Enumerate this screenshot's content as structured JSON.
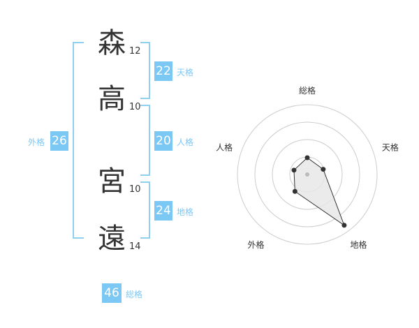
{
  "name_chars": [
    {
      "char": "森",
      "strokes": "12"
    },
    {
      "char": "高",
      "strokes": "10"
    },
    {
      "char": "宮",
      "strokes": "10"
    },
    {
      "char": "遠",
      "strokes": "14"
    }
  ],
  "fortunes": {
    "tenkaku": {
      "value": "22",
      "label": "天格"
    },
    "jinkaku": {
      "value": "20",
      "label": "人格"
    },
    "chikaku": {
      "value": "24",
      "label": "地格"
    },
    "gaikaku": {
      "value": "26",
      "label": "外格"
    },
    "soukaku": {
      "value": "46",
      "label": "総格"
    }
  },
  "chart_data": {
    "type": "radar",
    "categories": [
      "総格",
      "天格",
      "地格",
      "外格",
      "人格"
    ],
    "values": [
      1.2,
      1.2,
      4.5,
      1.5,
      1.0
    ],
    "rmax": 5,
    "colors": {
      "grid": "#cccccc",
      "fill": "#e6e6e6",
      "line": "#333333",
      "point": "#333333"
    }
  }
}
